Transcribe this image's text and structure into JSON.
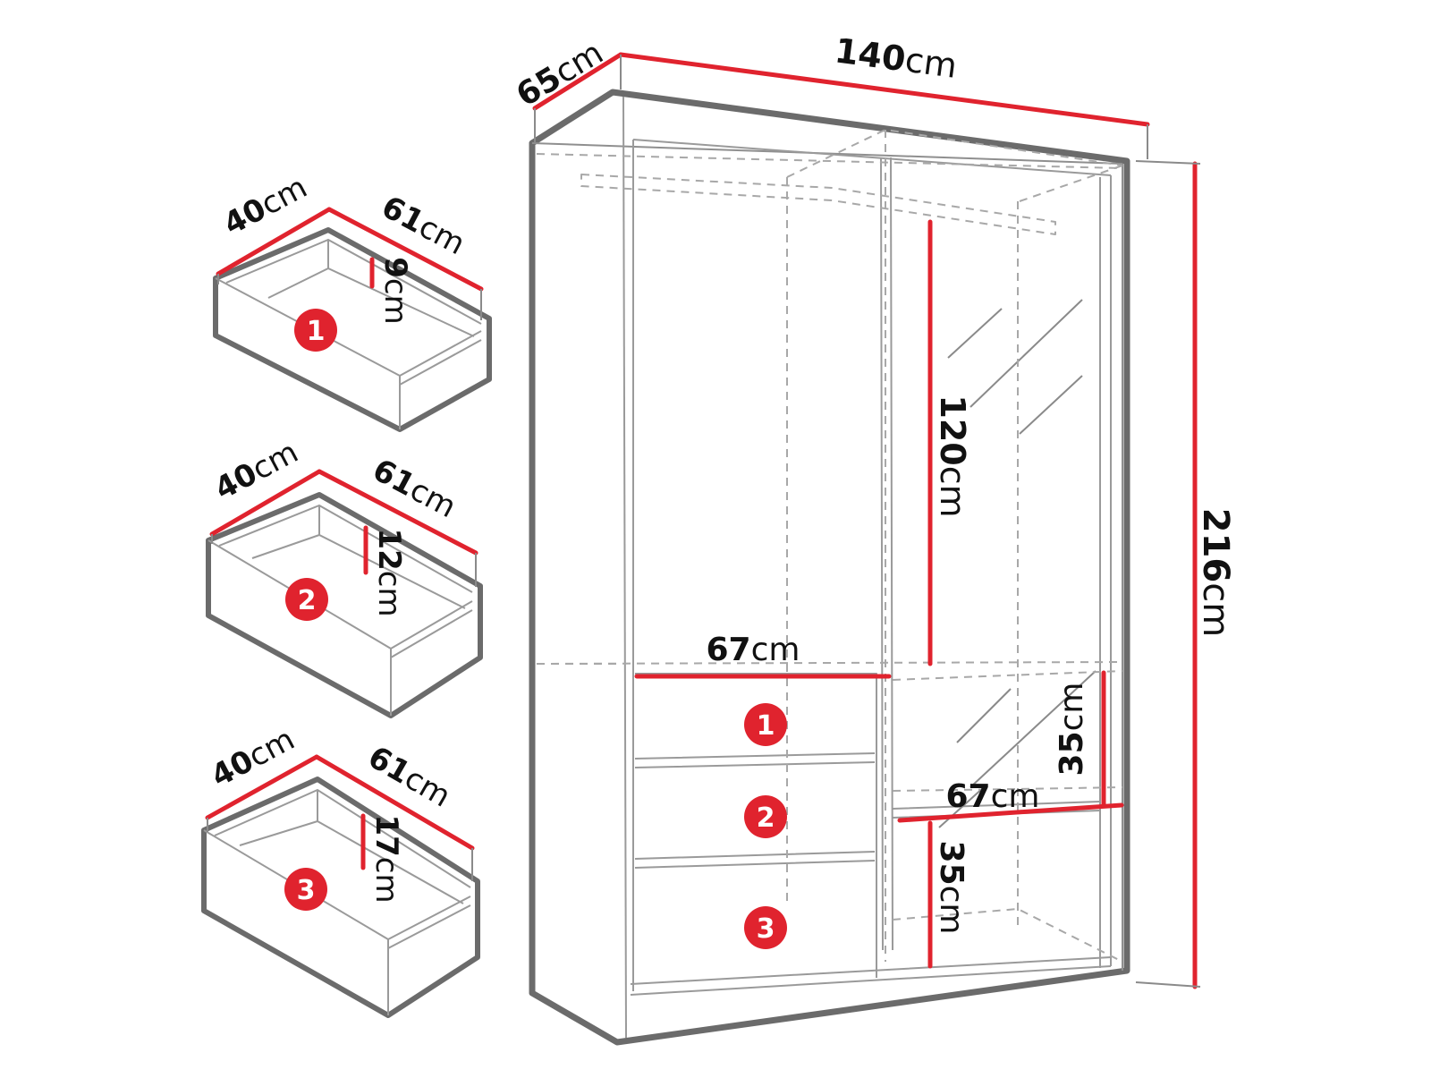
{
  "colors": {
    "outline": "#6b6b6b",
    "thin_line": "#9a9a9a",
    "dashed": "#a8a8a8",
    "dimension": "#e0232e",
    "badge": "#e0232e",
    "badge_text": "#ffffff",
    "text": "#111111"
  },
  "unit": "cm",
  "wardrobe": {
    "depth": "65",
    "width": "140",
    "height": "216",
    "hanging_height": "120",
    "drawer_section_width": "67",
    "shelf_width": "67",
    "upper_compartment_height": "35",
    "lower_compartment_height": "35",
    "front_drawers": [
      "1",
      "2",
      "3"
    ]
  },
  "drawers": [
    {
      "number": "1",
      "width": "40",
      "depth": "61",
      "height": "9"
    },
    {
      "number": "2",
      "width": "40",
      "depth": "61",
      "height": "12"
    },
    {
      "number": "3",
      "width": "40",
      "depth": "61",
      "height": "17"
    }
  ]
}
